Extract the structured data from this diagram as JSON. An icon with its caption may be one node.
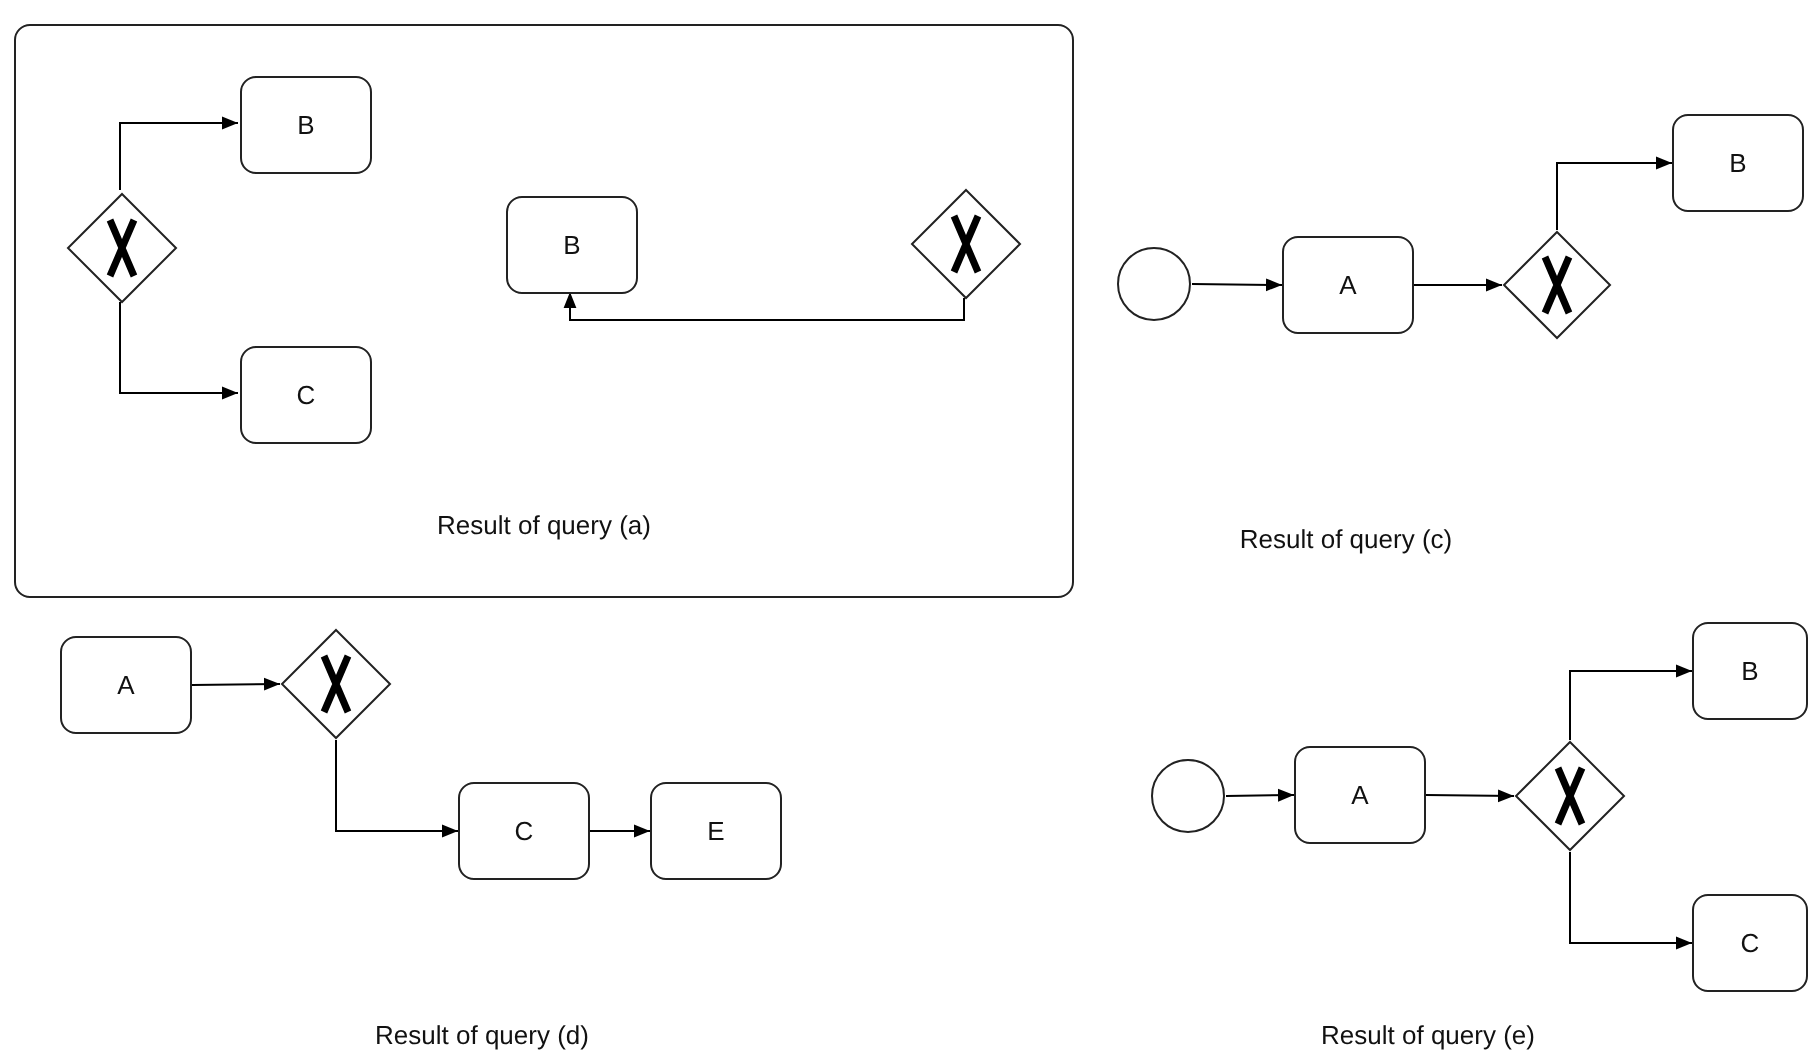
{
  "diagram": {
    "nodes": [
      {
        "text": [
          "Result of query (a)"
        ]
      },
      {
        "text": [],
        "shape": "diamond",
        "in": 0
      },
      {
        "text": [
          "B"
        ],
        "in": 0
      },
      {
        "text": [
          "C"
        ],
        "in": 0
      },
      {
        "text": [
          "B"
        ],
        "in": 0
      },
      {
        "text": [],
        "shape": "diamond",
        "in": 0
      },
      {
        "text": [],
        "shape": "circle"
      },
      {
        "text": [
          "A"
        ]
      },
      {
        "text": [],
        "shape": "diamond"
      },
      {
        "text": [
          "B"
        ]
      },
      {
        "text": [
          "A"
        ]
      },
      {
        "text": [],
        "shape": "diamond"
      },
      {
        "text": [
          "C"
        ]
      },
      {
        "text": [
          "E"
        ]
      },
      {
        "text": [],
        "shape": "circle"
      },
      {
        "text": [
          "A"
        ]
      },
      {
        "text": [],
        "shape": "diamond"
      },
      {
        "text": [
          "B"
        ]
      },
      {
        "text": [
          "C"
        ]
      }
    ],
    "edges": [
      {
        "from": 1,
        "to": 2,
        "arrow": "to"
      },
      {
        "from": 1,
        "to": 3,
        "arrow": "to"
      },
      {
        "from": 5,
        "to": 4,
        "arrow": "to"
      },
      {
        "from": 6,
        "to": 7,
        "arrow": "to"
      },
      {
        "from": 7,
        "to": 8,
        "arrow": "to"
      },
      {
        "from": 8,
        "to": 9,
        "arrow": "to"
      },
      {
        "from": 10,
        "to": 11,
        "arrow": "to"
      },
      {
        "from": 11,
        "to": 12,
        "arrow": "to"
      },
      {
        "from": 12,
        "to": 13,
        "arrow": "to"
      },
      {
        "from": 14,
        "to": 15,
        "arrow": "to"
      },
      {
        "from": 15,
        "to": 16,
        "arrow": "to"
      },
      {
        "from": 16,
        "to": 17,
        "arrow": "to"
      },
      {
        "from": 16,
        "to": 18,
        "arrow": "to"
      }
    ],
    "labels": [
      "Result of query (c)",
      "Result of query (d)",
      "Result of query (e)"
    ]
  }
}
